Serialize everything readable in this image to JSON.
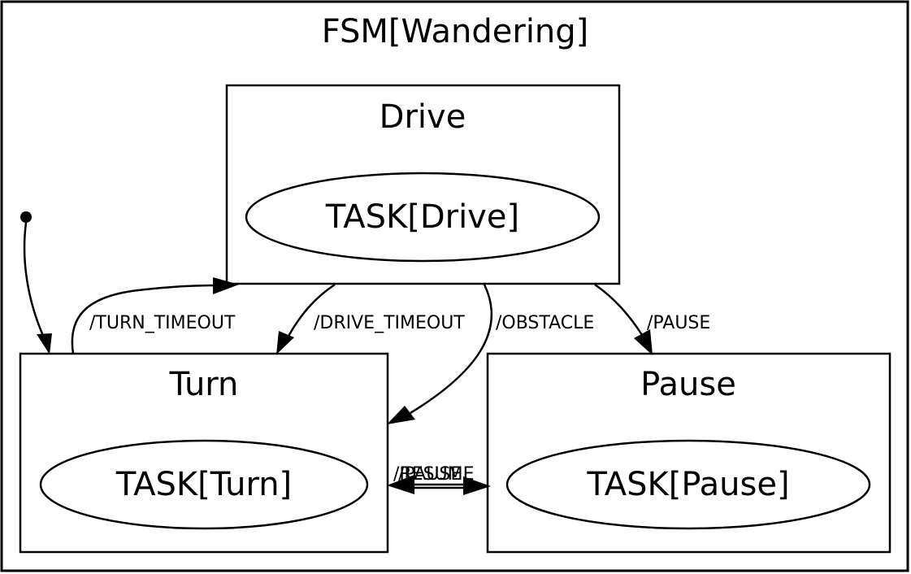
{
  "fsm": {
    "title": "FSM[Wandering]",
    "states": {
      "drive": {
        "label": "Drive",
        "task": "TASK[Drive]"
      },
      "turn": {
        "label": "Turn",
        "task": "TASK[Turn]"
      },
      "pause": {
        "label": "Pause",
        "task": "TASK[Pause]"
      }
    },
    "transitions": {
      "turn_timeout": "/TURN_TIMEOUT",
      "drive_timeout": "/DRIVE_TIMEOUT",
      "obstacle": "/OBSTACLE",
      "pause": "/PAUSE",
      "resume": "/RESUME",
      "pause_turn": "/PAUSE"
    }
  }
}
